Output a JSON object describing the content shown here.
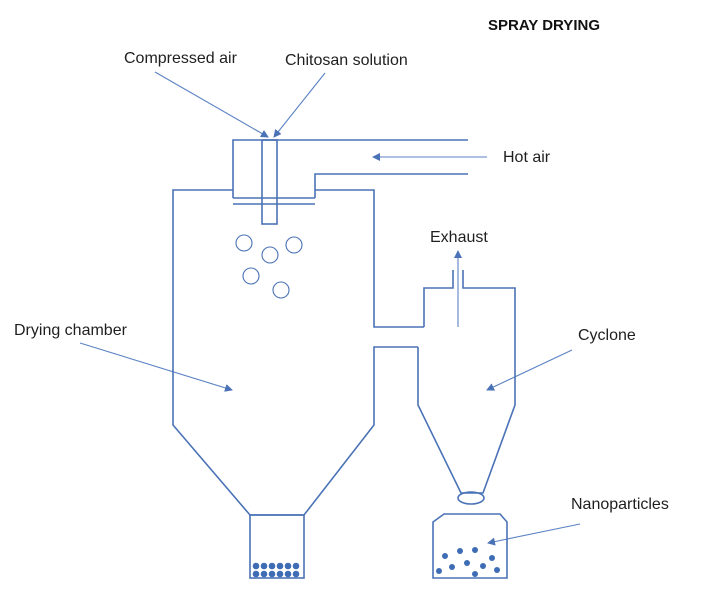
{
  "title": "SPRAY DRYING",
  "labels": {
    "compressed_air": "Compressed air",
    "chitosan_solution": "Chitosan solution",
    "hot_air": "Hot air",
    "exhaust": "Exhaust",
    "drying_chamber": "Drying chamber",
    "cyclone": "Cyclone",
    "nanoparticles": "Nanoparticles"
  },
  "colors": {
    "line": "#4a72b6",
    "arrow": "#5b82c4",
    "particle": "#3f6db5",
    "text": "#1f1f1f"
  }
}
